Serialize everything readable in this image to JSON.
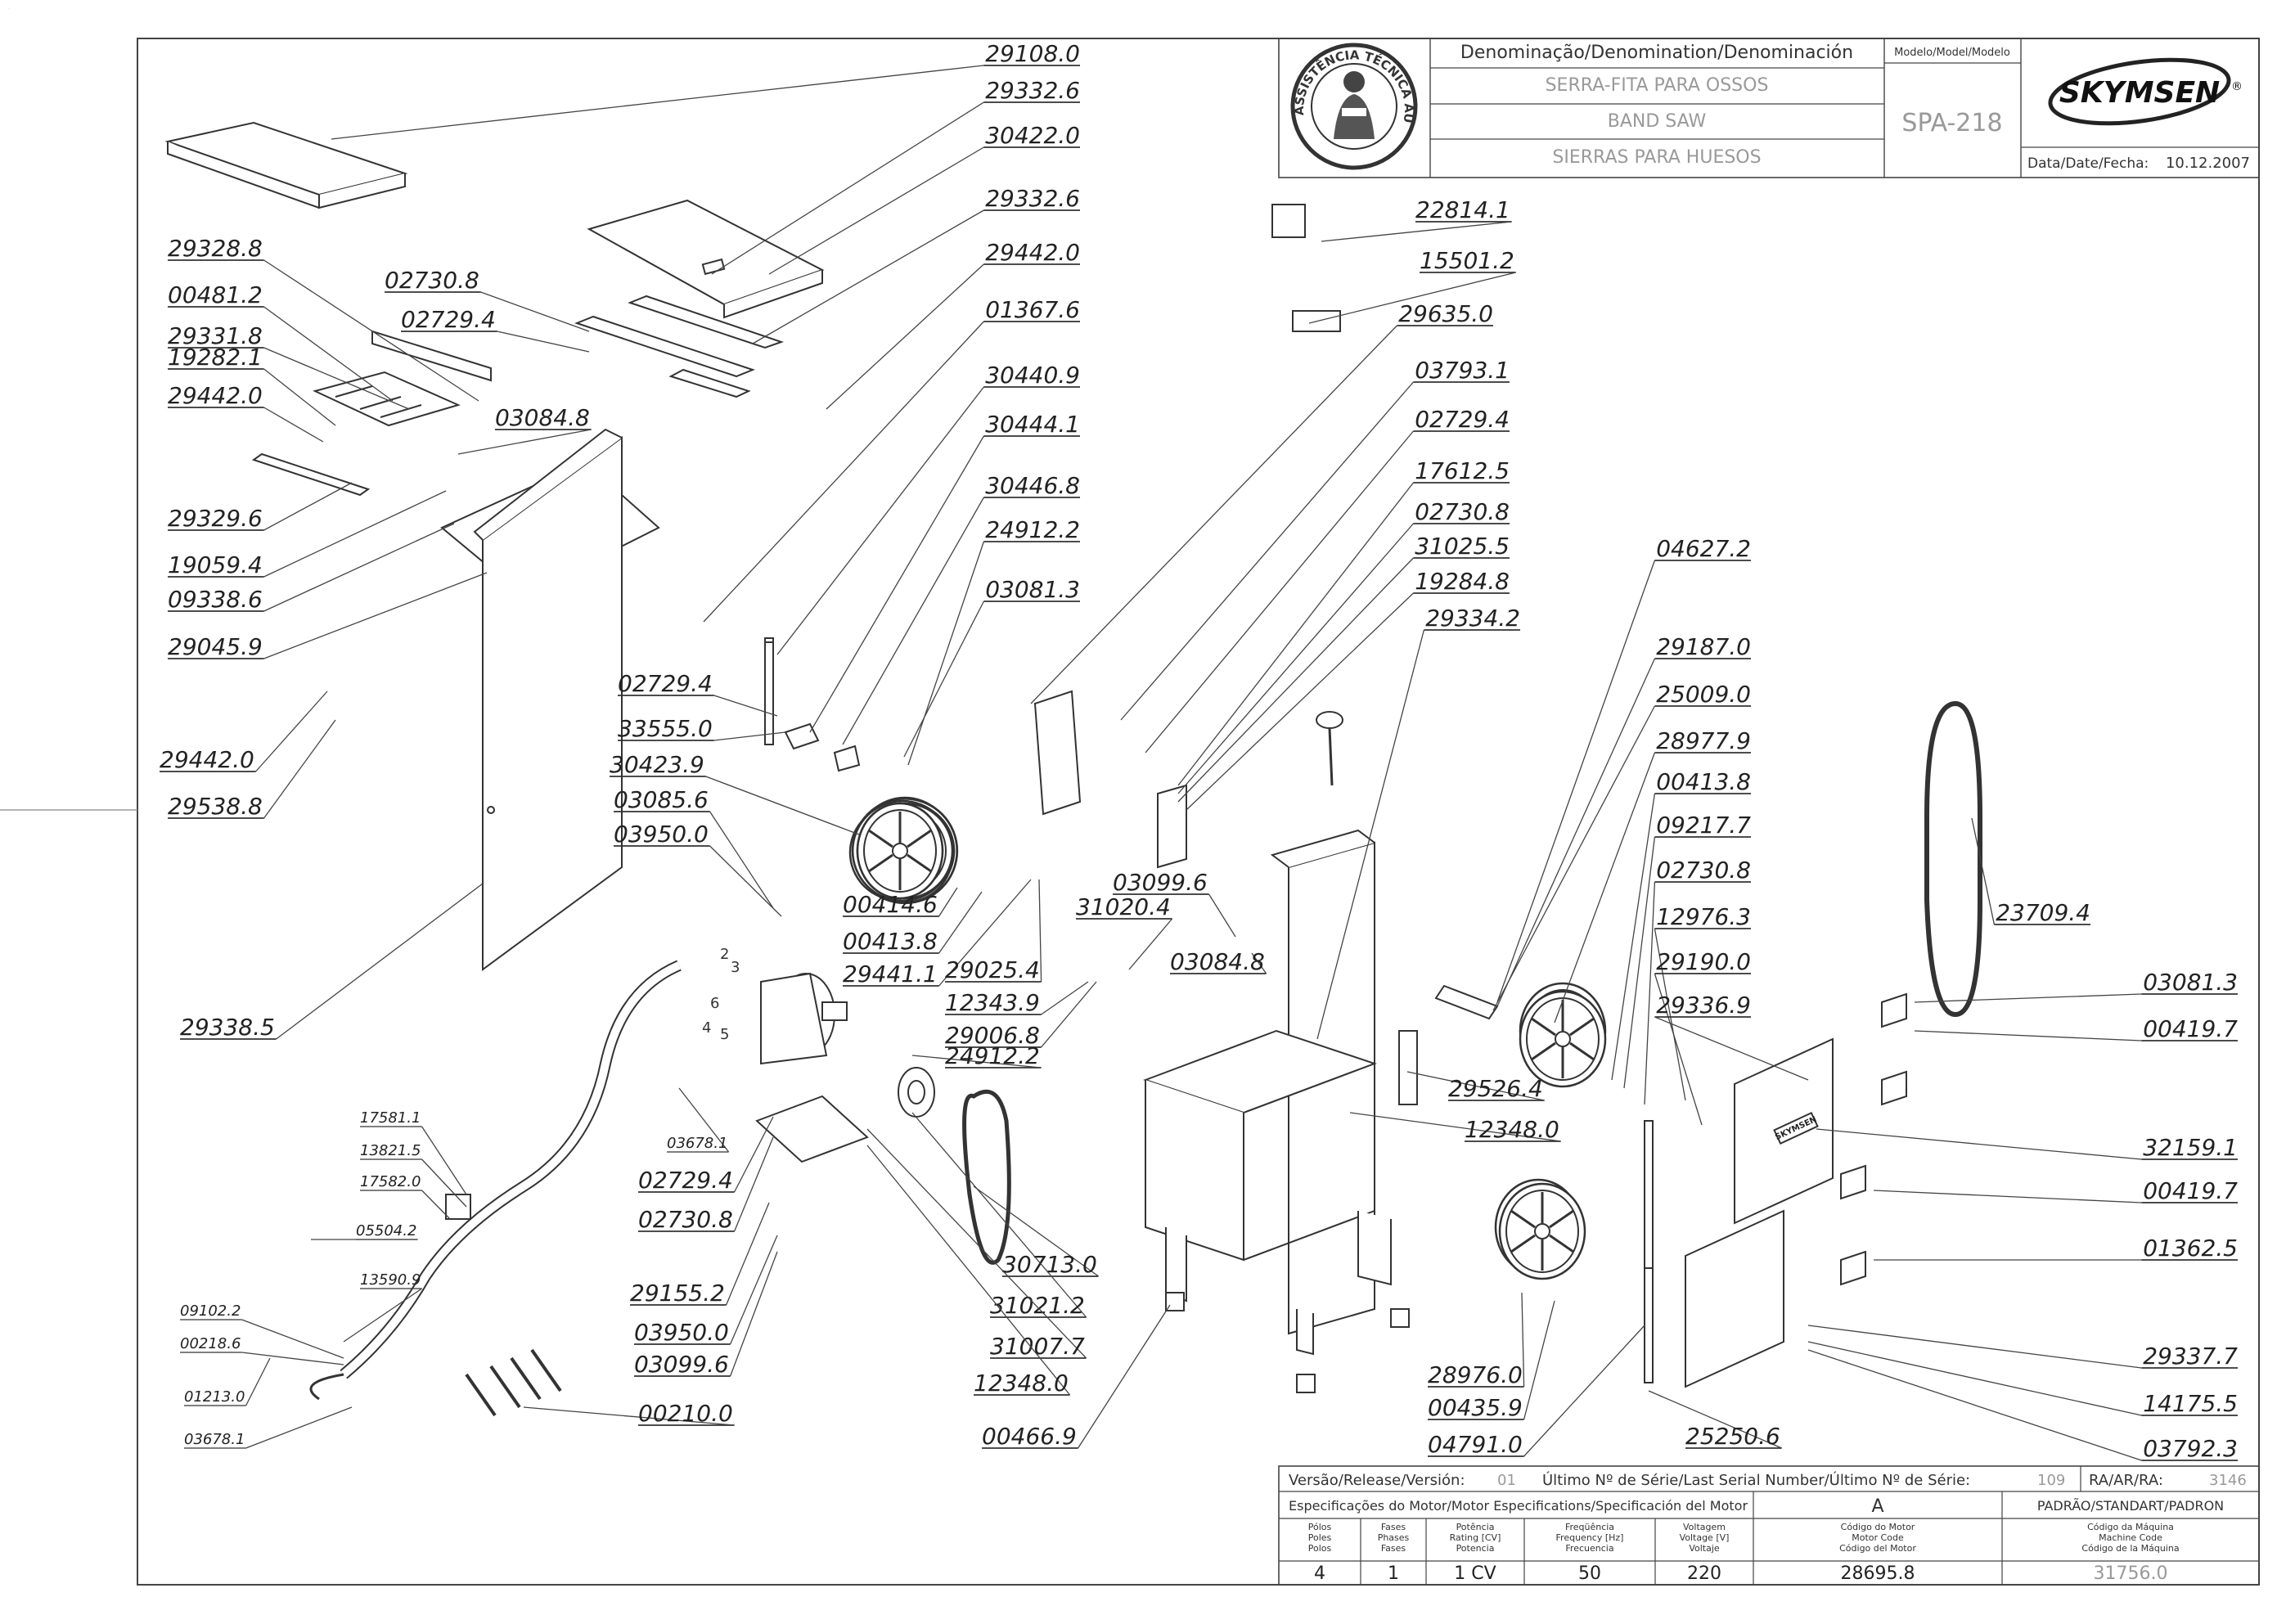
{
  "title_block": {
    "denomination_label": "Denominação/Denomination/Denominación",
    "name_pt": "SERRA-FITA PARA OSSOS",
    "name_en": "BAND SAW",
    "name_es": "SIERRAS PARA HUESOS",
    "model_label": "Modelo/Model/Modelo",
    "model": "SPA-218",
    "brand": "SKYMSEN",
    "brand_mark": "®",
    "date_label": "Data/Date/Fecha:",
    "date": "10.12.2007",
    "seal_text": "ASSISTÊNCIA TÉCNICA AUTORIZADA"
  },
  "bottom_block": {
    "version_label": "Versão/Release/Versión:",
    "version": "01",
    "serial_label": "Último Nº de Série/Last Serial Number/Último Nº de Série:",
    "serial": "109",
    "ra_label": "RA/AR/RA:",
    "ra": "3146",
    "motor_spec_label": "Especificações do Motor/Motor Especifications/Specificación del Motor",
    "variant": "A",
    "standard_label": "PADRÃO/STANDART/PADRON",
    "columns": [
      {
        "l1": "Pólos",
        "l2": "Poles",
        "l3": "Polos",
        "value": "4"
      },
      {
        "l1": "Fases",
        "l2": "Phases",
        "l3": "Fases",
        "value": "1"
      },
      {
        "l1": "Potência",
        "l2": "Rating [CV]",
        "l3": "Potencia",
        "value": "1 CV"
      },
      {
        "l1": "Freqüência",
        "l2": "Frequency [Hz]",
        "l3": "Frecuencia",
        "value": "50"
      },
      {
        "l1": "Voltagem",
        "l2": "Voltage [V]",
        "l3": "Voltaje",
        "value": "220"
      },
      {
        "l1": "Código do Motor",
        "l2": "Motor Code",
        "l3": "Código del Motor",
        "value": "28695.8"
      },
      {
        "l1": "Código da Máquina",
        "l2": "Machine Code",
        "l3": "Código de la Máquina",
        "value": "31756.0"
      }
    ]
  },
  "decal_text": "SKYMSEN",
  "wire_numbers": [
    "2",
    "3",
    "6",
    "4",
    "5"
  ],
  "parts_big": [
    "29108.0",
    "29332.6",
    "30422.0",
    "29332.6",
    "29442.0",
    "29328.8",
    "00481.2",
    "02730.8",
    "02729.4",
    "29331.8",
    "01367.6",
    "19282.1",
    "29442.0",
    "03084.8",
    "29329.6",
    "19059.4",
    "09338.6",
    "29045.9",
    "30440.9",
    "30444.1",
    "30446.8",
    "24912.2",
    "03081.3",
    "02729.4",
    "33555.0",
    "29442.0",
    "29538.8",
    "30423.9",
    "03085.6",
    "03950.0",
    "00414.6",
    "00413.8",
    "29441.1",
    "03099.6",
    "31020.4",
    "03084.8",
    "29025.4",
    "12343.9",
    "29006.8",
    "24912.2",
    "29338.5",
    "02729.4",
    "02730.8",
    "29155.2",
    "03950.0",
    "03099.6",
    "00210.0",
    "30713.0",
    "31021.2",
    "31007.7",
    "12348.0",
    "00466.9",
    "22814.1",
    "15501.2",
    "29635.0",
    "03793.1",
    "02729.4",
    "17612.5",
    "02730.8",
    "31025.5",
    "19284.8",
    "29334.2",
    "04627.2",
    "29187.0",
    "25009.0",
    "28977.9",
    "00413.8",
    "09217.7",
    "02730.8",
    "12976.3",
    "29190.0",
    "29336.9",
    "23709.4",
    "03081.3",
    "00419.7",
    "29526.4",
    "12348.0",
    "32159.1",
    "00419.7",
    "01362.5",
    "29337.7",
    "14175.5",
    "03792.3",
    "25250.6",
    "28976.0",
    "00435.9",
    "04791.0"
  ],
  "parts_small": [
    "17581.1",
    "13821.5",
    "17582.0",
    "05504.2",
    "13590.9",
    "09102.2",
    "00218.6",
    "01213.0",
    "03678.1",
    "03678.1"
  ]
}
